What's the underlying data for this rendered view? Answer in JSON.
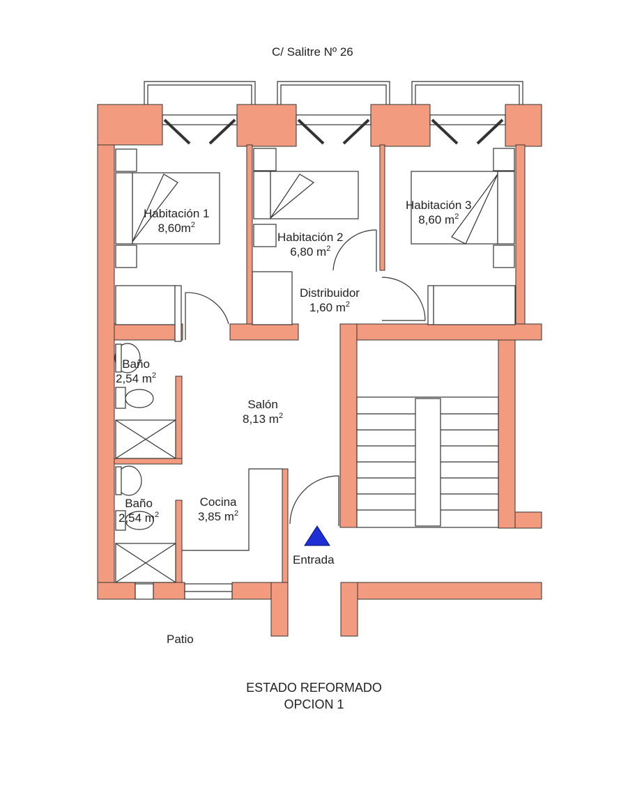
{
  "street": "C/ Salitre Nº 26",
  "rooms": {
    "hab1": {
      "name": "Habitación 1",
      "area": "8,60m"
    },
    "hab2": {
      "name": "Habitación 2",
      "area": "6,80 m"
    },
    "hab3": {
      "name": "Habitación 3",
      "area": "8,60 m"
    },
    "distribuidor": {
      "name": "Distribuidor",
      "area": "1,60 m"
    },
    "bano1": {
      "name": "Baño",
      "area": "2,54 m"
    },
    "salon": {
      "name": "Salón",
      "area": "8,13 m"
    },
    "bano2": {
      "name": "Baño",
      "area": "2,54 m"
    },
    "cocina": {
      "name": "Cocina",
      "area": "3,85 m"
    }
  },
  "unit_exp": "2",
  "entrance": "Entrada",
  "patio": "Patio",
  "footer": {
    "line1": "ESTADO REFORMADO",
    "line2": "OPCION 1"
  },
  "colors": {
    "wall": "#f39b7f",
    "line": "#333333",
    "entrance_marker": "#1f2fd6"
  }
}
